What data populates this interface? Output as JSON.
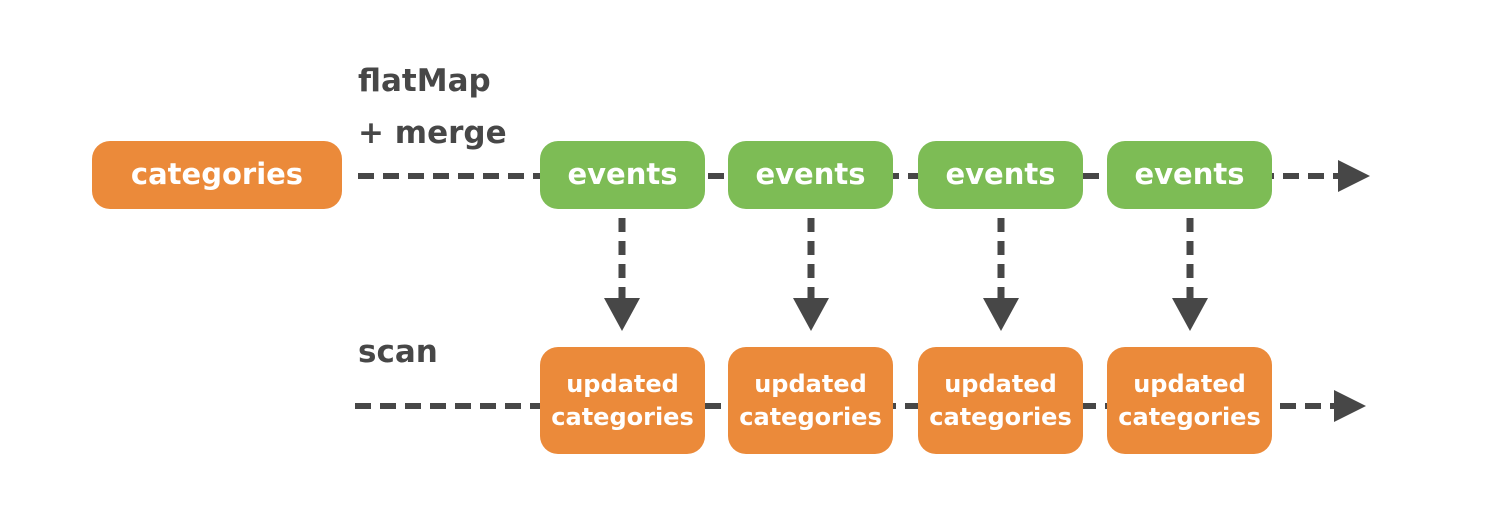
{
  "operators": {
    "flatmap_line1": "flatMap",
    "flatmap_line2": "+ merge",
    "scan": "scan"
  },
  "source": {
    "label": "categories"
  },
  "events": [
    {
      "label": "events"
    },
    {
      "label": "events"
    },
    {
      "label": "events"
    },
    {
      "label": "events"
    }
  ],
  "updated": [
    {
      "line1": "updated",
      "line2": "categories"
    },
    {
      "line1": "updated",
      "line2": "categories"
    },
    {
      "line1": "updated",
      "line2": "categories"
    },
    {
      "line1": "updated",
      "line2": "categories"
    }
  ],
  "colors": {
    "orange": "#eb8a3a",
    "green": "#7dbc55",
    "line": "#474747"
  }
}
